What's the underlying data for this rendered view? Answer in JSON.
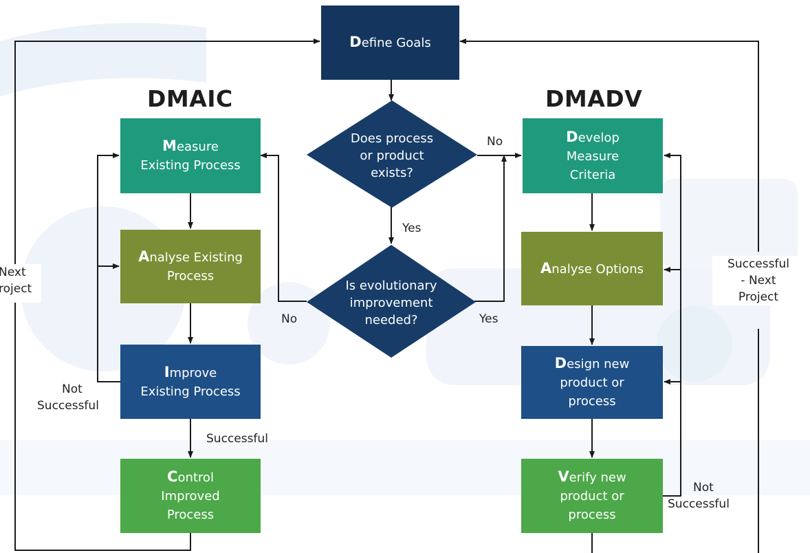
{
  "colors": {
    "dark_navy": "#14365e",
    "blue": "#1e4f86",
    "teal": "#1f9a7c",
    "olive": "#7a8f35",
    "green": "#4ca848",
    "diamond": "#173c67",
    "line": "#1a1a1a",
    "watermark": "#dfe9f5"
  },
  "titles": {
    "dmaic": "DMAIC",
    "dmadv": "DMADV"
  },
  "nodes": {
    "define": {
      "cap": "D",
      "rest": "efine Goals"
    },
    "measure": {
      "cap": "M",
      "rest1": "easure",
      "line2": "Existing Process"
    },
    "analyse_existing": {
      "cap": "A",
      "rest1": "nalyse Existing",
      "line2": "Process"
    },
    "improve": {
      "cap": "I",
      "rest1": "mprove",
      "line2": "Existing Process"
    },
    "control": {
      "cap": "C",
      "rest1": "ontrol",
      "line2": "Improved",
      "line3": "Process"
    },
    "develop": {
      "cap": "D",
      "rest1": "evelop",
      "line2": "Measure",
      "line3": "Criteria"
    },
    "analyse_options": {
      "cap": "A",
      "rest1": "nalyse Options"
    },
    "design": {
      "cap": "D",
      "rest1": "esign new",
      "line2": "product or",
      "line3": "process"
    },
    "verify": {
      "cap": "V",
      "rest1": "erify new",
      "line2": "product or",
      "line3": "process"
    }
  },
  "decisions": {
    "exists": {
      "line1": "Does process",
      "line2": "or product",
      "line3": "exists?"
    },
    "evolutionary": {
      "line1": "Is evolutionary",
      "line2": "improvement",
      "line3": "needed?"
    }
  },
  "labels": {
    "no_top": "No",
    "yes_mid": "Yes",
    "no_bottom": "No",
    "yes_bottom": "Yes",
    "not_successful_left_1": "Not",
    "not_successful_left_2": "Successful",
    "successful_mid": "Successful",
    "not_successful_right_1": "Not",
    "not_successful_right_2": "Successful",
    "successful_next_1": "Successful",
    "successful_next_2": "- Next",
    "successful_next_3": "Project",
    "next_left_1": "Next",
    "next_left_2": "roject"
  }
}
